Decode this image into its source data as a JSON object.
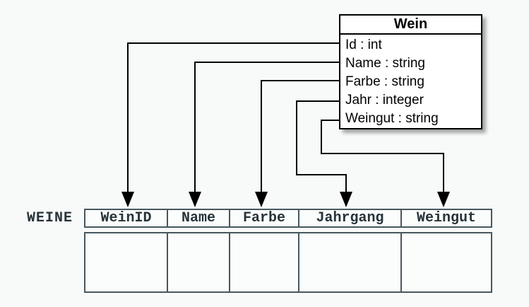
{
  "page": {
    "background": "#f8f9f9"
  },
  "class_box": {
    "title": "Wein",
    "attributes": [
      {
        "label": "Id : int"
      },
      {
        "label": "Name : string"
      },
      {
        "label": "Farbe : string"
      },
      {
        "label": "Jahr : integer"
      },
      {
        "label": "Weingut : string"
      }
    ]
  },
  "table": {
    "label": "WEINE",
    "columns": [
      {
        "header": "WeinID"
      },
      {
        "header": "Name"
      },
      {
        "header": "Farbe"
      },
      {
        "header": "Jahrgang"
      },
      {
        "header": "Weingut"
      }
    ],
    "body_rows": 1,
    "body_cells_empty": true
  },
  "mappings": [
    {
      "from": "Id",
      "to": "WeinID"
    },
    {
      "from": "Name",
      "to": "Name"
    },
    {
      "from": "Farbe",
      "to": "Farbe"
    },
    {
      "from": "Jahr",
      "to": "Jahrgang"
    },
    {
      "from": "Weingut",
      "to": "Weingut"
    }
  ],
  "colors": {
    "connector_line": "#000000",
    "class_border": "#000000",
    "class_fill": "#ffffff",
    "table_border": "#47585f",
    "table_text": "#263339",
    "background": "#f8f9f9"
  }
}
